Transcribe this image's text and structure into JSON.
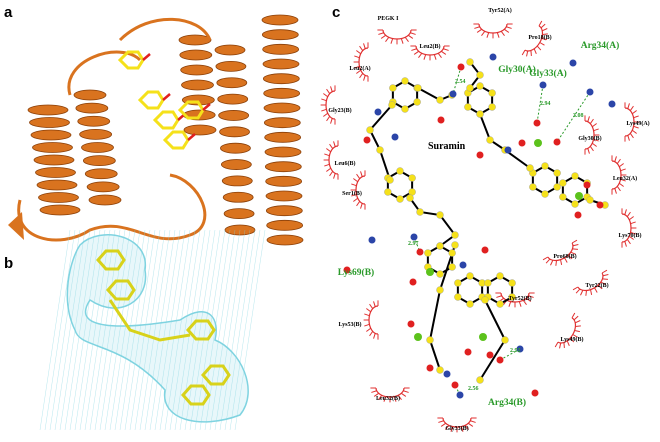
{
  "panels": {
    "a": "a",
    "b": "b",
    "c": "c"
  },
  "ligand_name": "Suramin",
  "hbond_residues": [
    "Arg34(A)",
    "Gly30(A)",
    "Gly33(A)",
    "Lys69(B)",
    "Arg34(B)"
  ],
  "hydrophobic_residues": [
    "PEGK I",
    "Tyr52(A)",
    "Leu2(B)",
    "Pro18(B)",
    "Leu2(A)",
    "Gly23(B)",
    "Lys49(A)",
    "Gly30(B)",
    "Leu6(B)",
    "Leu32(A)",
    "Ser1(B)",
    "Lys70(B)",
    "Pro68(B)",
    "Tyr22(B)",
    "Tyr52(B)",
    "Lys53(B)",
    "Lys49(B)",
    "Leu32(B)",
    "Gly33(B)"
  ],
  "hbond_distances": [
    "2.54",
    "2.94",
    "3.08",
    "2.97",
    "2.56",
    "2.92"
  ],
  "colors": {
    "ribbon": "#d9731f",
    "carbon": "#f5e11a",
    "oxygen": "#e02020",
    "nitrogen": "#2b45a8",
    "sulfur": "#5cc21c",
    "hbond": "#2a9a2a",
    "hydrophobic": "#e03030",
    "mesh": "#7fd3e0"
  }
}
